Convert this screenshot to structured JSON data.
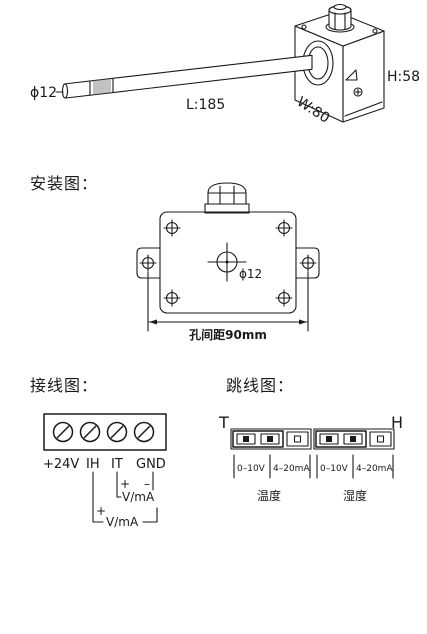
{
  "product_drawing": {
    "probe_diameter": "ϕ12",
    "length": "L:185",
    "height": "H:58",
    "width": "W:80"
  },
  "installation": {
    "heading": "安装图：",
    "center_hole": "ϕ12",
    "hole_spacing": "孔间距90mm"
  },
  "wiring": {
    "heading": "接线图：",
    "terminals": [
      "+24V",
      "IH",
      "IT",
      "GND"
    ],
    "it_output": {
      "plus": "+",
      "minus": "–",
      "signal": "V/mA"
    },
    "ih_output": {
      "plus": "+",
      "signal": "V/mA"
    }
  },
  "jumper": {
    "heading": "跳线图：",
    "left_end": "T",
    "right_end": "H",
    "groups": [
      {
        "options": [
          "0–10V",
          "4–20mA"
        ],
        "label": "温度"
      },
      {
        "options": [
          "0–10V",
          "4–20mA"
        ],
        "label": "湿度"
      }
    ]
  }
}
